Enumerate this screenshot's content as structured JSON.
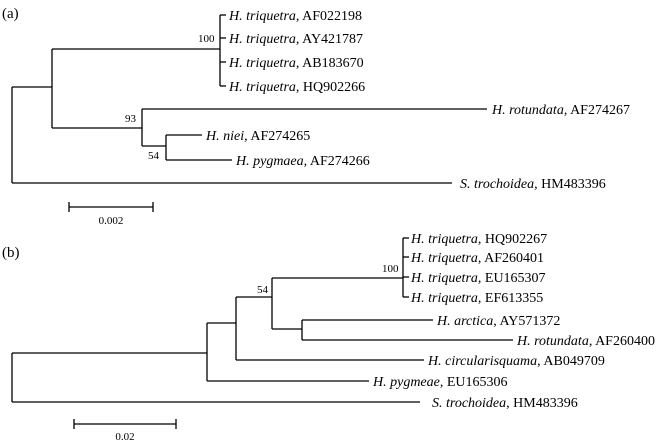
{
  "panels": [
    {
      "label": "(a)",
      "leaves": [
        {
          "species": "H. triquetra",
          "accession": "AF022198"
        },
        {
          "species": "H. triquetra",
          "accession": "AY421787"
        },
        {
          "species": "H. triquetra",
          "accession": "AB183670"
        },
        {
          "species": "H. triquetra",
          "accession": "HQ902266"
        },
        {
          "species": "H. rotundata",
          "accession": "AF274267"
        },
        {
          "species": "H. niei",
          "accession": "AF274265"
        },
        {
          "species": "H. pygmaea",
          "accession": "AF274266"
        },
        {
          "species": "S. trochoidea",
          "accession": "HM483396"
        }
      ],
      "support_values": [
        "100",
        "93",
        "54"
      ],
      "scale_bar": "0.002"
    },
    {
      "label": "(b)",
      "leaves": [
        {
          "species": "H. triquetra",
          "accession": "HQ902267"
        },
        {
          "species": "H. triquetra",
          "accession": "AF260401"
        },
        {
          "species": "H. triquetra",
          "accession": "EU165307"
        },
        {
          "species": "H. triquetra",
          "accession": "EF613355"
        },
        {
          "species": "H. arctica",
          "accession": "AY571372"
        },
        {
          "species": "H. rotundata",
          "accession": "AF260400"
        },
        {
          "species": "H. circularisquama",
          "accession": "AB049709"
        },
        {
          "species": "H. pygmeae",
          "accession": "EU165306"
        },
        {
          "species": "S. trochoidea",
          "accession": "HM483396"
        }
      ],
      "support_values": [
        "100",
        "54"
      ],
      "scale_bar": "0.02"
    }
  ]
}
